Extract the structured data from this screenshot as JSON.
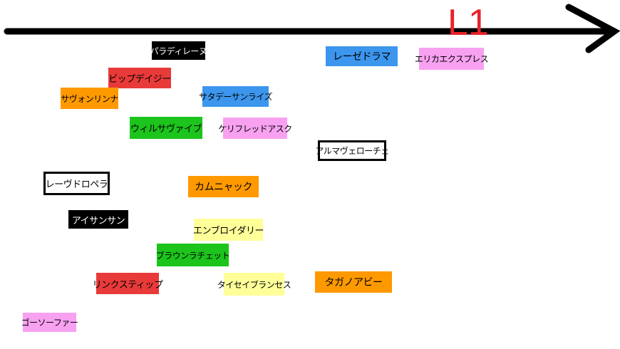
{
  "diagram": {
    "axis_title": "L1",
    "axis_color": "#000000",
    "title_color": "#e8232b",
    "labels": [
      {
        "id": "paradeillena",
        "text": "パラディレーヌ",
        "bg": "#000000",
        "fg": "#ffffff"
      },
      {
        "id": "leseddrama",
        "text": "レーゼドラマ",
        "bg": "#3c96ee",
        "fg": "#000000"
      },
      {
        "id": "erikaexpress",
        "text": "エリカエクスプレス",
        "bg": "#f7a1f0",
        "fg": "#000000"
      },
      {
        "id": "bigdesiree",
        "text": "ビップデイジー",
        "bg": "#e93a3a",
        "fg": "#000000"
      },
      {
        "id": "savonlinna",
        "text": "サヴォンリンナ",
        "bg": "#ff9900",
        "fg": "#000000"
      },
      {
        "id": "saturdaysunrise",
        "text": "サタデーサンライズ",
        "bg": "#3c96ee",
        "fg": "#000000"
      },
      {
        "id": "willsavive",
        "text": "ウィルサヴァイブ",
        "bg": "#1cc41c",
        "fg": "#000000"
      },
      {
        "id": "keriflredask",
        "text": "ケリフレッドアスク",
        "bg": "#f7a1f0",
        "fg": "#000000"
      },
      {
        "id": "almaveloce",
        "text": "アルマヴェローチェ",
        "bg": "#ffffff",
        "fg": "#000000",
        "border": "#000000"
      },
      {
        "id": "levdoloper",
        "text": "レーヴドロペラ",
        "bg": "#ffffff",
        "fg": "#000000",
        "border": "#000000"
      },
      {
        "id": "kamunyack",
        "text": "カムニャック",
        "bg": "#ff9900",
        "fg": "#000000"
      },
      {
        "id": "aisansan",
        "text": "アイサンサン",
        "bg": "#000000",
        "fg": "#ffffff"
      },
      {
        "id": "emprideitary",
        "text": "エンブロイダリー",
        "bg": "#ffff99",
        "fg": "#000000"
      },
      {
        "id": "brownratchet",
        "text": "ブラウンラチェット",
        "bg": "#1cc41c",
        "fg": "#000000"
      },
      {
        "id": "linkstip",
        "text": "リンクスティップ",
        "bg": "#e93a3a",
        "fg": "#000000"
      },
      {
        "id": "taiseiblanse",
        "text": "タイセイブランセス",
        "bg": "#ffff99",
        "fg": "#000000"
      },
      {
        "id": "tagano-abbie",
        "text": "タガノアビー",
        "bg": "#ff9900",
        "fg": "#000000"
      },
      {
        "id": "gosofar",
        "text": "ゴーソーファー",
        "bg": "#f7a1f0",
        "fg": "#000000"
      }
    ]
  }
}
